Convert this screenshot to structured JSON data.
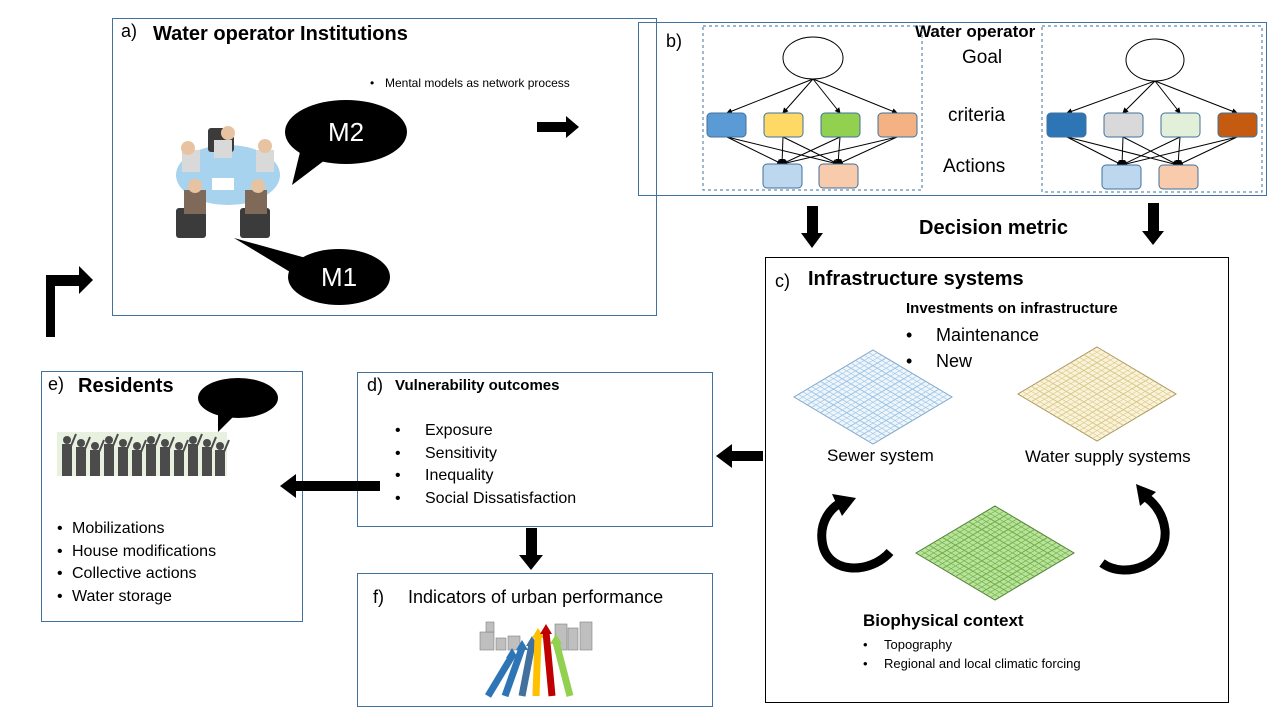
{
  "panel_a": {
    "letter": "a)",
    "title": "Water operator Institutions",
    "bullet": "Mental models as network process",
    "bubble_top": "M2",
    "bubble_bottom": "M1"
  },
  "panel_b": {
    "letter": "b)",
    "title": "Water operator",
    "level_goal": "Goal",
    "level_criteria": "criteria",
    "level_actions": "Actions"
  },
  "decision_metric": "Decision metric",
  "panel_c": {
    "letter": "c)",
    "title": "Infrastructure systems",
    "investments_title": "Investments on infrastructure",
    "investments": [
      "Maintenance",
      "New"
    ],
    "sewer_label": "Sewer system",
    "water_label": "Water supply systems",
    "biophysical_title": "Biophysical  context",
    "biophysical_items": [
      "Topography",
      "Regional and local climatic forcing"
    ]
  },
  "panel_d": {
    "letter": "d)",
    "title": "Vulnerability outcomes",
    "items": [
      "Exposure",
      "Sensitivity",
      "Inequality",
      "Social Dissatisfaction"
    ]
  },
  "panel_e": {
    "letter": "e)",
    "title": "Residents",
    "items": [
      "Mobilizations",
      "House modifications",
      "Collective actions",
      "Water storage"
    ]
  },
  "panel_f": {
    "letter": "f)",
    "title": "Indicators of urban performance"
  },
  "colors": {
    "left_criteria": [
      "#5b9bd5",
      "#ffd966",
      "#92d050",
      "#f4b183"
    ],
    "left_actions": [
      "#bdd7ee",
      "#f8cbad"
    ],
    "right_criteria": [
      "#2e75b6",
      "#d9d9d9",
      "#e2f0d9",
      "#c55a11"
    ],
    "right_actions": [
      "#bdd7ee",
      "#f8cbad"
    ],
    "panel_border": "#41719c",
    "sewer_grid": "#9dc3e6",
    "water_grid": "#d9c88a",
    "terrain_grid": "#70ad47",
    "indicator_arrows": [
      "#2e75b6",
      "#2e75b6",
      "#41719c",
      "#ffc000",
      "#c00000",
      "#92d050"
    ]
  }
}
